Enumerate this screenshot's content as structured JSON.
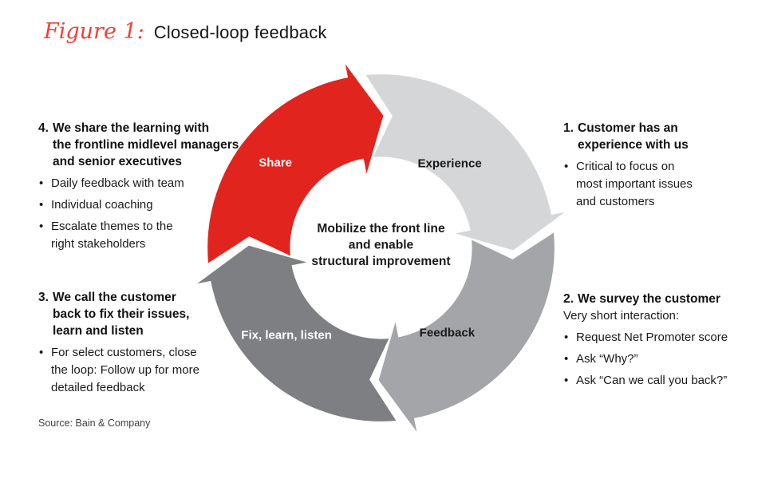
{
  "figure": {
    "label": "Figure 1:",
    "title": "Closed-loop feedback"
  },
  "cycle": {
    "center_lines": [
      "Mobilize the front line",
      "and enable",
      "structural improvement"
    ],
    "segments": {
      "experience": {
        "label": "Experience",
        "color": "#d5d6d8",
        "text_color": "#1a1a1a"
      },
      "feedback": {
        "label": "Feedback",
        "color": "#a3a5a8",
        "text_color": "#1a1a1a"
      },
      "fix": {
        "label": "Fix, learn, listen",
        "color": "#7e7f82",
        "text_color": "#ffffff"
      },
      "share": {
        "label": "Share",
        "color": "#e2241e",
        "text_color": "#ffffff"
      }
    }
  },
  "blocks": {
    "b1": {
      "number": "1.",
      "heading_lines": [
        "Customer has an",
        "experience with us"
      ],
      "bullets": [
        [
          "Critical to focus on",
          "most important issues",
          "and customers"
        ]
      ]
    },
    "b2": {
      "number": "2.",
      "heading_lines": [
        "We survey the customer"
      ],
      "intro": "Very short interaction:",
      "bullets": [
        [
          "Request Net Promoter score"
        ],
        [
          "Ask “Why?”"
        ],
        [
          "Ask “Can we call you back?”"
        ]
      ]
    },
    "b3": {
      "number": "3.",
      "heading_lines": [
        "We call the customer",
        "back to fix their issues,",
        "learn and listen"
      ],
      "bullets": [
        [
          "For select customers, close",
          "the loop: Follow up for more",
          "detailed feedback"
        ]
      ]
    },
    "b4": {
      "number": "4.",
      "heading_lines": [
        "We share the learning with",
        "the frontline midlevel managers",
        "and senior executives"
      ],
      "bullets": [
        [
          "Daily feedback with team"
        ],
        [
          "Individual coaching"
        ],
        [
          "Escalate themes to the",
          "right stakeholders"
        ]
      ]
    }
  },
  "source": "Source: Bain & Company"
}
